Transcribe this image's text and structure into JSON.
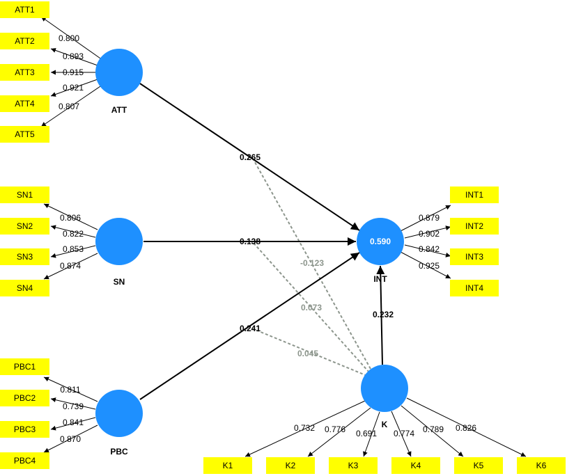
{
  "colors": {
    "construct_fill": "#1e90ff",
    "indicator_fill": "#ffff00",
    "path_line": "#000000",
    "moderator_line": "#8c958c"
  },
  "constructs": {
    "att": {
      "label": "ATT"
    },
    "sn": {
      "label": "SN"
    },
    "pbc": {
      "label": "PBC"
    },
    "int": {
      "label": "INT",
      "r2": "0.590"
    },
    "k": {
      "label": "K"
    }
  },
  "indicators": {
    "att": [
      {
        "label": "ATT1",
        "loading": "0.800"
      },
      {
        "label": "ATT2",
        "loading": "0.893"
      },
      {
        "label": "ATT3",
        "loading": "0.915"
      },
      {
        "label": "ATT4",
        "loading": "0.921"
      },
      {
        "label": "ATT5",
        "loading": "0.807"
      }
    ],
    "sn": [
      {
        "label": "SN1",
        "loading": "0.806"
      },
      {
        "label": "SN2",
        "loading": "0.822"
      },
      {
        "label": "SN3",
        "loading": "0.853"
      },
      {
        "label": "SN4",
        "loading": "0.874"
      }
    ],
    "pbc": [
      {
        "label": "PBC1",
        "loading": "0.811"
      },
      {
        "label": "PBC2",
        "loading": "0.739"
      },
      {
        "label": "PBC3",
        "loading": "0.841"
      },
      {
        "label": "PBC4",
        "loading": "0.870"
      }
    ],
    "int": [
      {
        "label": "INT1",
        "loading": "0.879"
      },
      {
        "label": "INT2",
        "loading": "0.902"
      },
      {
        "label": "INT3",
        "loading": "0.842"
      },
      {
        "label": "INT4",
        "loading": "0.925"
      }
    ],
    "k": [
      {
        "label": "K1",
        "loading": "0.732"
      },
      {
        "label": "K2",
        "loading": "0.776"
      },
      {
        "label": "K3",
        "loading": "0.691"
      },
      {
        "label": "K4",
        "loading": "0.774"
      },
      {
        "label": "K5",
        "loading": "0.789"
      },
      {
        "label": "K6",
        "loading": "0.826"
      }
    ]
  },
  "paths": {
    "att_int": "0.265",
    "sn_int": "0.138",
    "pbc_int": "0.241",
    "k_int": "0.232"
  },
  "moderating_paths": {
    "k_att": "-0.123",
    "k_sn": "0.073",
    "k_pbc": "0.045"
  }
}
